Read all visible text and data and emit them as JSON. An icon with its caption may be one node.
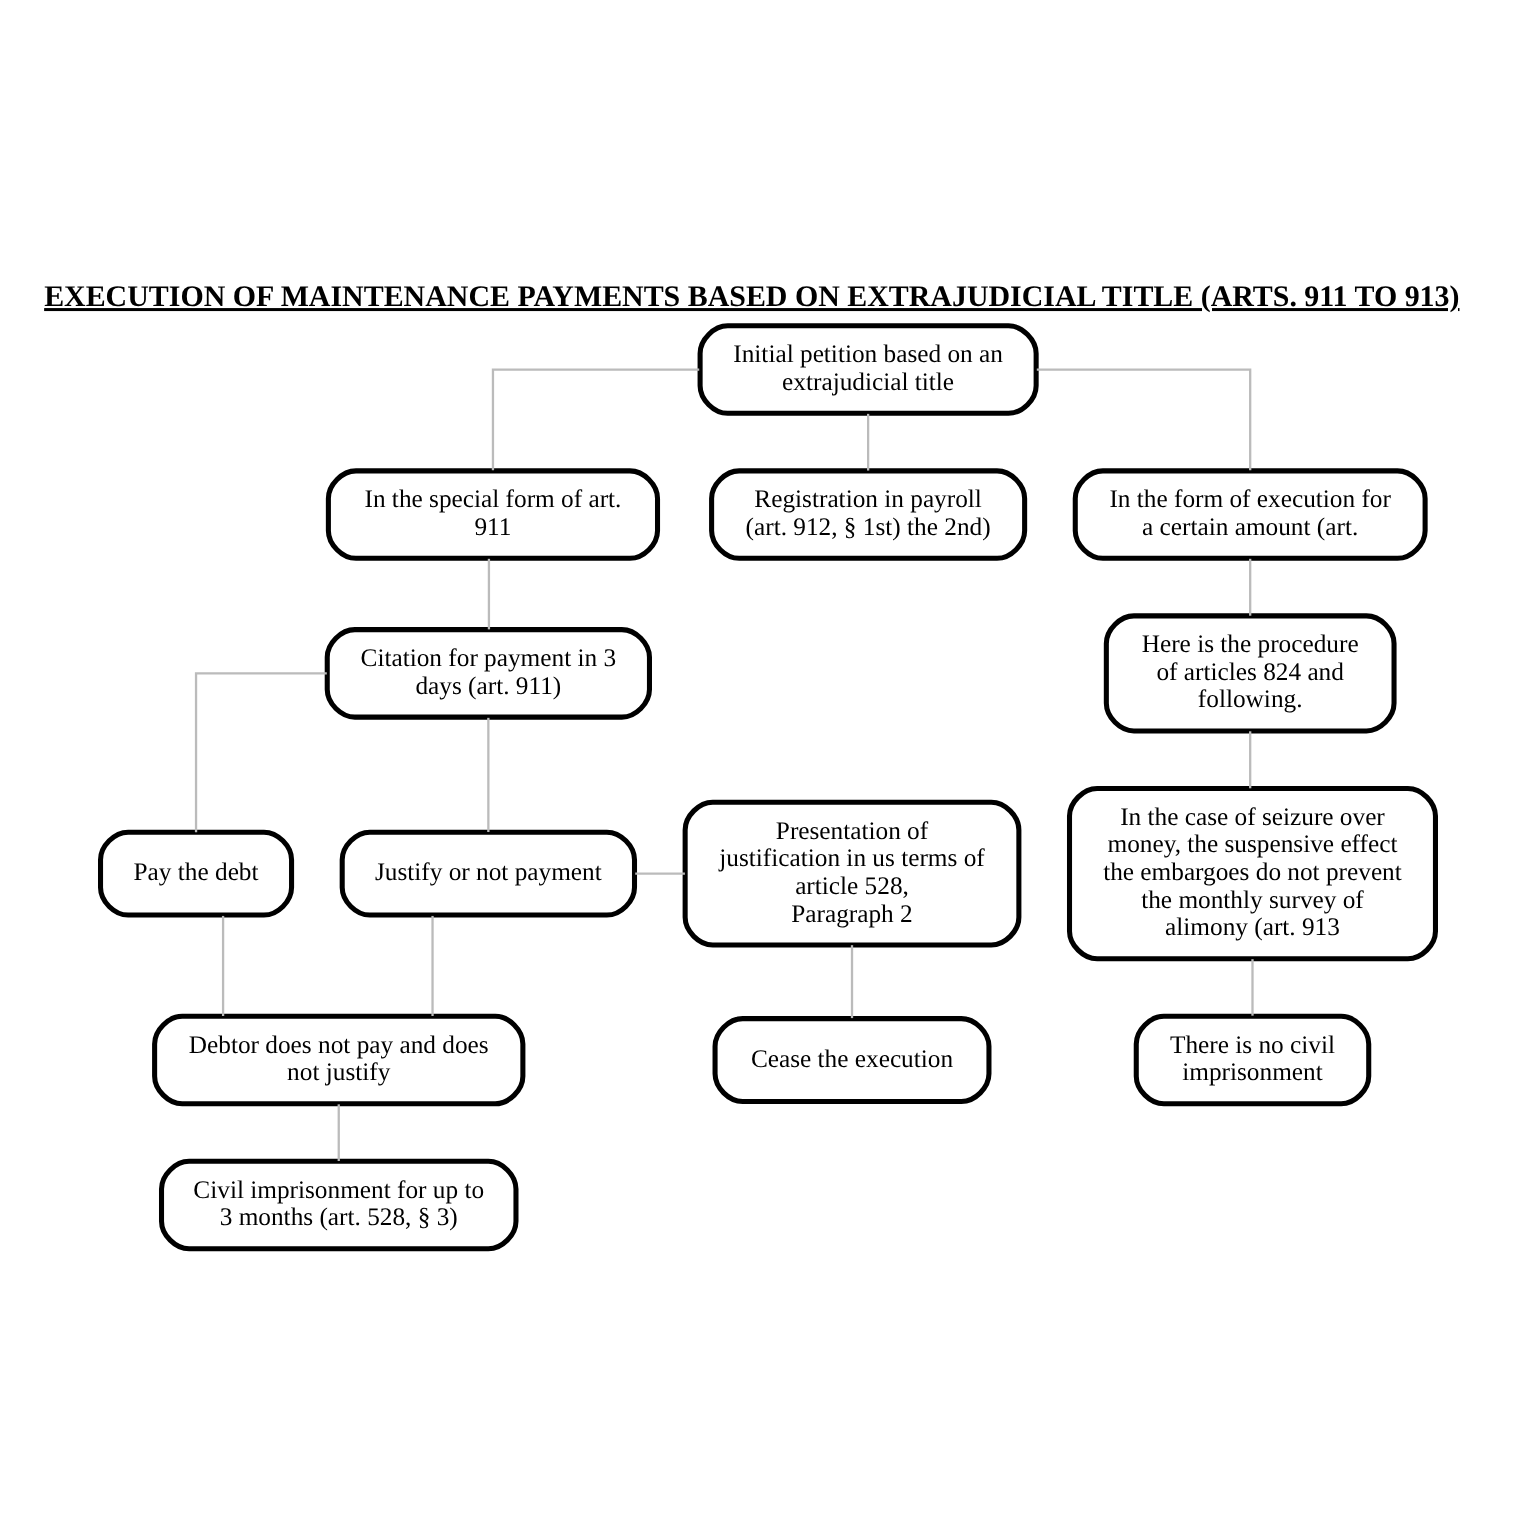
{
  "diagram": {
    "title": "EXECUTION OF MAINTENANCE PAYMENTS BASED ON EXTRAJUDICIAL TITLE (ARTS. 911 TO 913)",
    "nodes": [
      {
        "text": [
          "Initial petition based on an extrajudicial title"
        ]
      },
      {
        "text": [
          "In the special form of art. 911"
        ]
      },
      {
        "text": [
          "Registration in payroll (art. 912, § 1st) the 2nd)"
        ]
      },
      {
        "text": [
          "In the form of execution for a certain amount (art."
        ]
      },
      {
        "text": [
          "Citation for payment in 3 days (art. 911)"
        ]
      },
      {
        "text": [
          "Here is the procedure",
          "of articles 824 and following."
        ]
      },
      {
        "text": [
          "Pay the debt"
        ]
      },
      {
        "text": [
          "Justify or not payment"
        ]
      },
      {
        "text": [
          "Presentation of justification in us terms of article 528,",
          "Paragraph 2"
        ]
      },
      {
        "text": [
          "In the case of seizure over money, the suspensive effect the embargoes do not prevent the monthly survey of alimony (art. 913"
        ]
      },
      {
        "text": [
          "Debtor does not pay and does not justify"
        ]
      },
      {
        "text": [
          "Cease the execution"
        ]
      },
      {
        "text": [
          "Civil imprisonment for up to 3 months (art. 528, § 3)"
        ]
      },
      {
        "text": [
          "There is no civil imprisonment"
        ]
      }
    ],
    "edges": [
      {
        "from": 0,
        "to": 1,
        "arrow": "none"
      },
      {
        "from": 0,
        "to": 2,
        "arrow": "none"
      },
      {
        "from": 0,
        "to": 3,
        "arrow": "none"
      },
      {
        "from": 1,
        "to": 4,
        "arrow": "none"
      },
      {
        "from": 3,
        "to": 5,
        "arrow": "none"
      },
      {
        "from": 4,
        "to": 6,
        "arrow": "none"
      },
      {
        "from": 4,
        "to": 7,
        "arrow": "none"
      },
      {
        "from": 7,
        "to": 8,
        "arrow": "none"
      },
      {
        "from": 5,
        "to": 9,
        "arrow": "none"
      },
      {
        "from": 6,
        "to": 10,
        "arrow": "none"
      },
      {
        "from": 7,
        "to": 10,
        "arrow": "none"
      },
      {
        "from": 8,
        "to": 11,
        "arrow": "none"
      },
      {
        "from": 9,
        "to": 13,
        "arrow": "none"
      },
      {
        "from": 10,
        "to": 12,
        "arrow": "none"
      }
    ]
  }
}
